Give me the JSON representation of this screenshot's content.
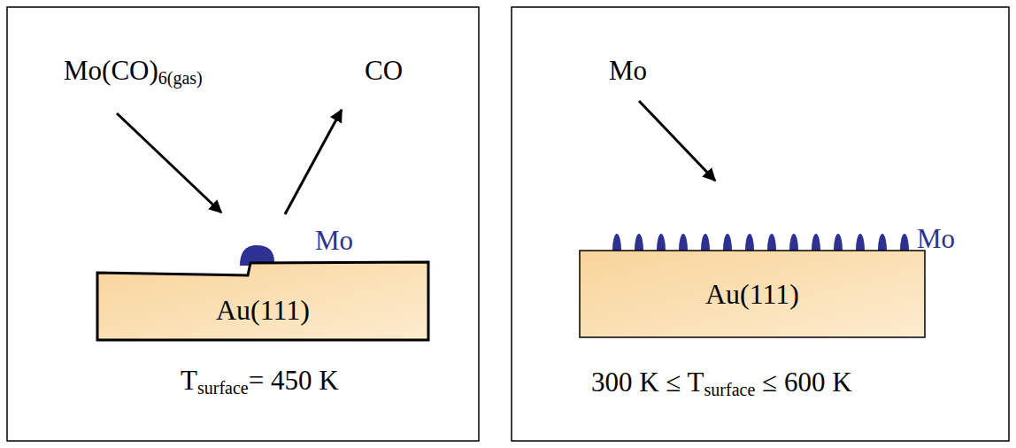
{
  "diagram": {
    "nodes": [
      {
        "text": [
          "Au(111)"
        ]
      },
      {
        "text": [
          "Au(111)"
        ]
      }
    ],
    "labels": [
      "Mo(CO)",
      "6(gas)",
      "CO",
      "Mo",
      "T",
      "surface",
      "= 450 K",
      "Mo",
      "Mo",
      "300 K ≤ T",
      "surface",
      "≤ 600 K"
    ]
  }
}
